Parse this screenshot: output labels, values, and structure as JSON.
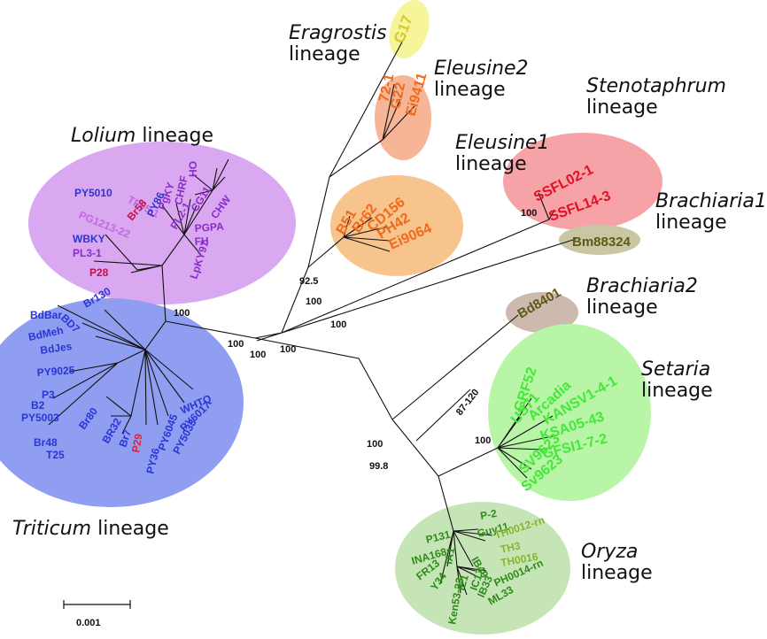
{
  "lineages": [
    {
      "id": "eragrostis",
      "italic": "Eragrostis",
      "rest": "",
      "line2": "lineage",
      "color": "#f7f59a"
    },
    {
      "id": "eleusine2",
      "italic": "",
      "rest": "Eleusine2",
      "line2": "lineage",
      "color": "#f6b596"
    },
    {
      "id": "stenotaphrum",
      "italic": "",
      "rest": "Stenotaphrum",
      "line2": "lineage",
      "color": "#f5a3a6"
    },
    {
      "id": "lolium",
      "italic": "Lolium",
      "rest": " lineage",
      "line2": "",
      "color": "#d9a8f1"
    },
    {
      "id": "eleusine1",
      "italic": "",
      "rest": "Eleusine1",
      "line2": "lineage",
      "color": "#f8c48e"
    },
    {
      "id": "brachiaria1",
      "italic": "",
      "rest": "Brachiaria1",
      "line2": "lineage",
      "color": "#c9c7a3"
    },
    {
      "id": "brachiaria2",
      "italic": "",
      "rest": "Brachiaria2",
      "line2": "lineage",
      "color": "#cdb9ae"
    },
    {
      "id": "setaria",
      "italic": "",
      "rest": "Setaria",
      "line2": "lineage",
      "color": "#b8f5a6"
    },
    {
      "id": "triticum",
      "italic": "Triticum",
      "rest": " lineage",
      "line2": "",
      "color": "#8f9ef0"
    },
    {
      "id": "oryza",
      "italic": "",
      "rest": "Oryza",
      "line2": "lineage",
      "color": "#c6e5b6"
    }
  ],
  "bootstrap": [
    "100",
    "100",
    "100",
    "100",
    "100",
    "92.5",
    "100",
    "100",
    "100",
    "99.8",
    "100"
  ],
  "branch_label": "87-120",
  "leaves": {
    "eragrostis": [
      "G17"
    ],
    "eleusine2": [
      "72-1",
      "G22",
      "Ei9411"
    ],
    "stenotaphrum": [
      "SSFL02-1",
      "SSFL14-3"
    ],
    "brachiaria1": [
      "Bm88324"
    ],
    "brachiaria2": [
      "Bd8401"
    ],
    "eleusine1": [
      "B51",
      "Br62",
      "CD156",
      "PH42",
      "Ei9064"
    ],
    "lolium": [
      "TF05-1",
      "PY5010",
      "PG1213-22",
      "WBKY",
      "PL3-1",
      "P28",
      "PY86",
      "Br58",
      "PgKY",
      "CHRF",
      "PL2-1",
      "HO",
      "CG11",
      "CHW",
      "PGPA",
      "FH",
      "LpKY97"
    ],
    "triticum": [
      "BdBar",
      "BD7",
      "BdMeh",
      "BdJes",
      "PY9025",
      "P3",
      "B2",
      "PY5003",
      "Br48",
      "T25",
      "Br130",
      "Br80",
      "BR32",
      "Br7",
      "P29",
      "PY36",
      "PY6045",
      "PY5033",
      "PY6017",
      "WHTQ"
    ],
    "setaria": [
      "GRF52",
      "US71",
      "Arcadia",
      "KANSV1-4-1",
      "KSA05-43",
      "GFSI1-7-2",
      "SV9623",
      "Sv9623"
    ],
    "oryza": [
      "P-2",
      "Guy11",
      "TH0012-rn",
      "TH3",
      "TH0016",
      "PH0014-rn",
      "P131",
      "INA168",
      "FR13",
      "Y34",
      "IA1",
      "IE1",
      "Ken53-33",
      "IB49",
      "IC17",
      "IB33",
      "ML33"
    ]
  },
  "scale": {
    "label": "0.001"
  },
  "colors": {
    "lolium_text": "#8a2bc9",
    "lolium_pink": "#c06adf",
    "lolium_red": "#c0114f",
    "lolium_blue": "#2a35d6",
    "triticum_text": "#2a35d6",
    "triticum_red": "#e0203c",
    "eleusine_text": "#ee6a1c",
    "stenotaphrum_text": "#e30f25",
    "brachiaria_text": "#5c5a16",
    "setaria_text": "#44e83a",
    "oryza_text": "#2f8a1b",
    "oryza_light": "#86b52d",
    "eragrostis_text": "#d8c92d",
    "branch_label_text": "#1f7a35"
  }
}
